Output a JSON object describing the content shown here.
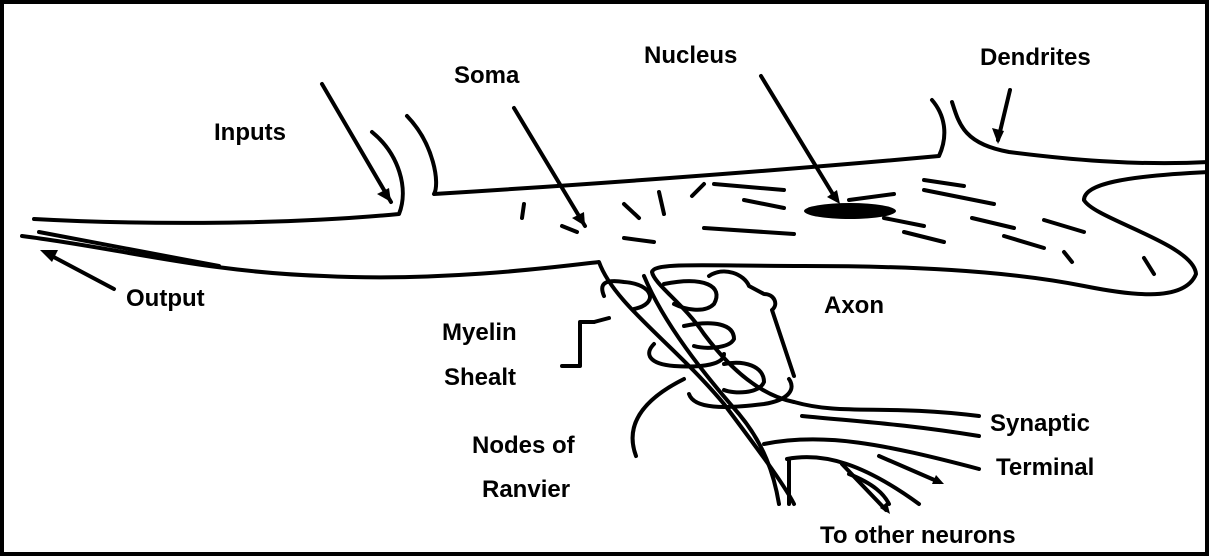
{
  "labels": {
    "inputs": "Inputs",
    "soma": "Soma",
    "nucleus": "Nucleus",
    "dendrites": "Dendrites",
    "output": "Output",
    "axon": "Axon",
    "myelin_line1": "Myelin",
    "myelin_line2": "Shealt",
    "nodes_line1": "Nodes of",
    "nodes_line2": "Ranvier",
    "synaptic_line1": "Synaptic",
    "synaptic_line2": "Terminal",
    "to_other": "To other neurons"
  }
}
